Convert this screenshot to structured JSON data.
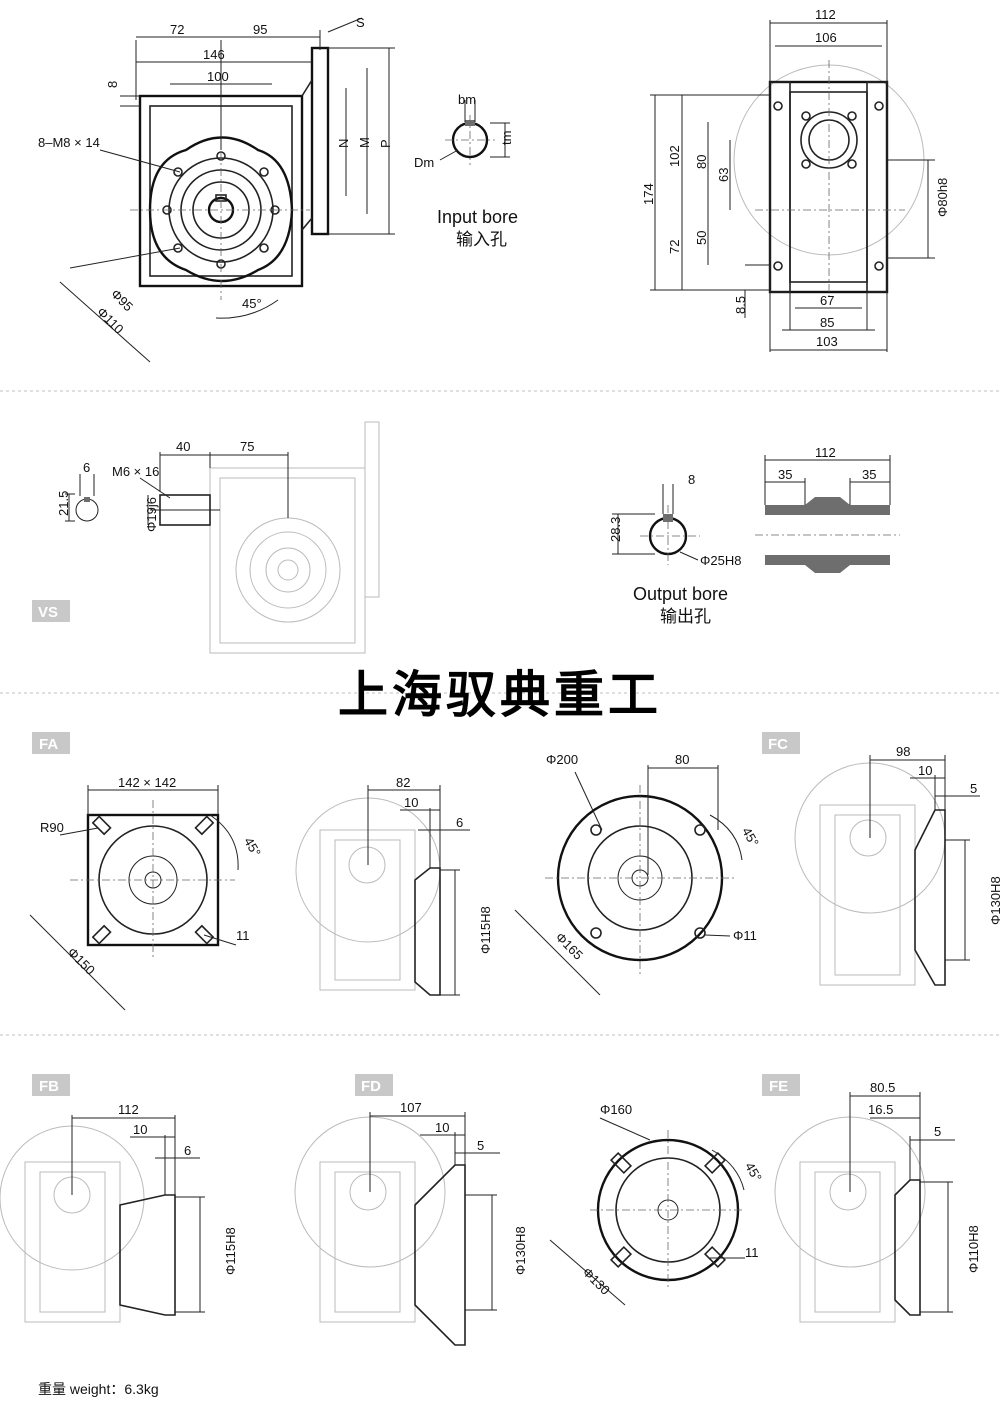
{
  "brand": "上海驭典重工",
  "weight": "重量 weight：6.3kg",
  "input_bore": {
    "en": "Input bore",
    "cn": "输入孔",
    "labels": [
      "bm",
      "tm",
      "Dm"
    ]
  },
  "output_bore": {
    "en": "Output bore",
    "cn": "输出孔",
    "labels": [
      "8",
      "28.3",
      "Φ25H8"
    ]
  },
  "main_view": {
    "dims": [
      "72",
      "95",
      "146",
      "100",
      "8",
      "S",
      "N",
      "M",
      "P",
      "8–M8 × 14",
      "Φ95",
      "Φ110",
      "45°"
    ]
  },
  "side_view": {
    "dims": [
      "112",
      "106",
      "174",
      "102",
      "80",
      "63",
      "72",
      "50",
      "8.5",
      "67",
      "85",
      "103",
      "Φ80h8"
    ]
  },
  "vs_view": {
    "tag": "VS",
    "dims": [
      "6",
      "M6 × 16",
      "40",
      "75",
      "21.5",
      "Φ19j6"
    ]
  },
  "hollow_shaft": {
    "dims": [
      "112",
      "35",
      "35"
    ]
  },
  "fa": {
    "tag": "FA",
    "dims": [
      "142 × 142",
      "R90",
      "45°",
      "Φ150",
      "11"
    ],
    "side_dims": [
      "82",
      "10",
      "6",
      "Φ115H8"
    ]
  },
  "round_flange": {
    "dims": [
      "Φ200",
      "80",
      "45°",
      "Φ165",
      "Φ11"
    ]
  },
  "fc": {
    "tag": "FC",
    "dims": [
      "98",
      "10",
      "5",
      "Φ130H8"
    ]
  },
  "fb": {
    "tag": "FB",
    "dims": [
      "112",
      "10",
      "6",
      "Φ115H8"
    ]
  },
  "fd": {
    "tag": "FD",
    "dims": [
      "107",
      "10",
      "5",
      "Φ130H8"
    ]
  },
  "slot_flange": {
    "dims": [
      "Φ160",
      "45°",
      "11",
      "Φ130"
    ]
  },
  "fe": {
    "tag": "FE",
    "dims": [
      "80.5",
      "16.5",
      "5",
      "Φ110H8"
    ]
  }
}
